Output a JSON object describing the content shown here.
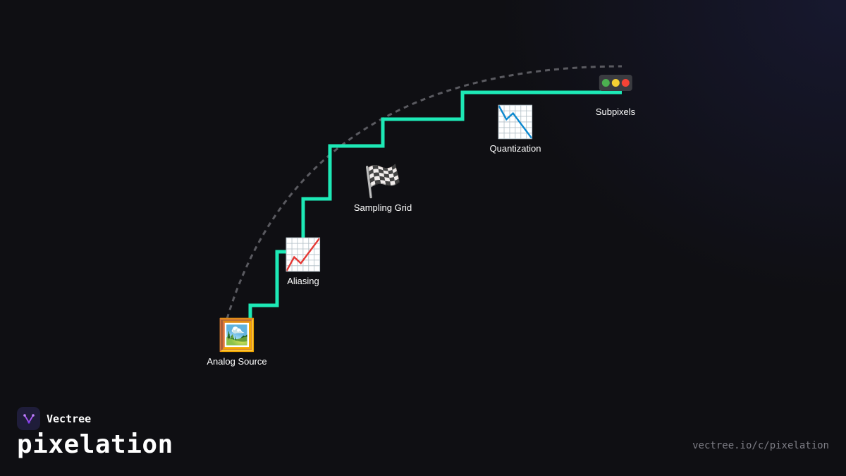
{
  "brand": {
    "name": "Vectree",
    "logo_icon": "vectree-logo-icon"
  },
  "title": "pixelation",
  "url": "vectree.io/c/pixelation",
  "colors": {
    "path": "#1de9b6",
    "arc": "#5a5a60",
    "background": "#0f0f13"
  },
  "nodes": [
    {
      "label": "Analog Source",
      "icon": "framed-picture-emoji",
      "glyph": "🖼️"
    },
    {
      "label": "Aliasing",
      "icon": "chart-increasing-emoji",
      "glyph": "📈"
    },
    {
      "label": "Sampling Grid",
      "icon": "checkered-flag-emoji",
      "glyph": "🏁"
    },
    {
      "label": "Quantization",
      "icon": "chart-decreasing-emoji",
      "glyph": "📉"
    },
    {
      "label": "Subpixels",
      "icon": "traffic-light-emoji",
      "glyph": "🚥"
    }
  ]
}
